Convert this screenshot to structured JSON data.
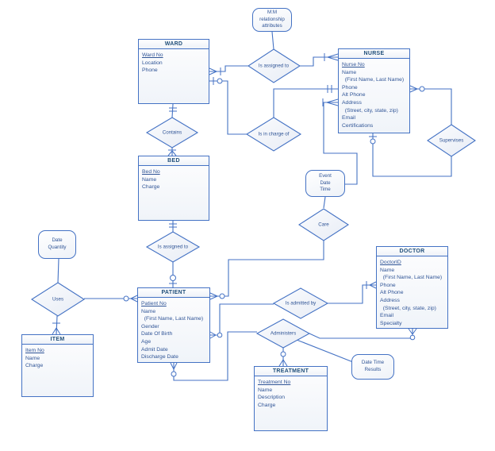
{
  "colors": {
    "line": "#4472C4",
    "title_text": "#1F4E79",
    "body_text": "#2F5496",
    "background": "#ffffff"
  },
  "entities": {
    "ward": {
      "title": "WARD",
      "attributes": [
        "Ward No",
        "Location",
        "Phone"
      ]
    },
    "nurse": {
      "title": "NURSE",
      "attributes": [
        "Nurse No",
        "Name",
        "  (First Name, Last Name)",
        "Phone",
        "Alt Phone",
        "Address",
        "  (Street, city, state, zip)",
        "Email",
        "Certifications"
      ]
    },
    "bed": {
      "title": "BED",
      "attributes": [
        "Bed No",
        "Name",
        "Charge"
      ]
    },
    "patient": {
      "title": "PATIENT",
      "attributes": [
        "Patient No",
        "Name",
        "  (First Name, Last Name)",
        "Gender",
        "Date Of Birth",
        "Age",
        "Admit Date",
        "Discharge Date"
      ]
    },
    "doctor": {
      "title": "DOCTOR",
      "attributes": [
        "DoctorID",
        "Name",
        "  (First Name, Last Name)",
        "Phone",
        "Alt Phone",
        "Address",
        "  (Street, city, state, zip)",
        "Email",
        "Specialty"
      ]
    },
    "item": {
      "title": "ITEM",
      "attributes": [
        "Item No",
        "Name",
        "Charge"
      ]
    },
    "treatment": {
      "title": "TREATMENT",
      "attributes": [
        "Treatment No",
        "Name",
        "Description",
        "Charge"
      ]
    }
  },
  "relationships": {
    "ward_nurse_assigned": "Is assigned to",
    "contains": "Contains",
    "in_charge": "Is in charge of",
    "supervises": "Supervises",
    "care": "Care",
    "bed_patient_assigned": "Is assigned to",
    "uses": "Uses",
    "admitted": "Is admitted by",
    "administers": "Administers"
  },
  "notes": {
    "mm": "M:M\nrelationship\nattributes",
    "event": "Event\nDate\nTime",
    "date_quantity": "Date\nQuantity",
    "date_time_results": "Date Time\nResults"
  }
}
